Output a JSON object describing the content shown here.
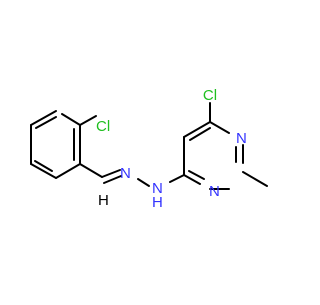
{
  "atoms": {
    "cl_benzene": "Cl",
    "cl_pyrimidine": "Cl",
    "n_ring_top": "N",
    "n_ring_bottom": "N",
    "n_imine": "N",
    "n_amine": "N",
    "h_amine": "H",
    "h_methine": "H"
  },
  "colors": {
    "bond": "#000000",
    "chlorine": "#1fbf1f",
    "nitrogen": "#3333ff",
    "hydrogen_on_n": "#3333ff",
    "hydrogen_on_c": "#000000"
  }
}
